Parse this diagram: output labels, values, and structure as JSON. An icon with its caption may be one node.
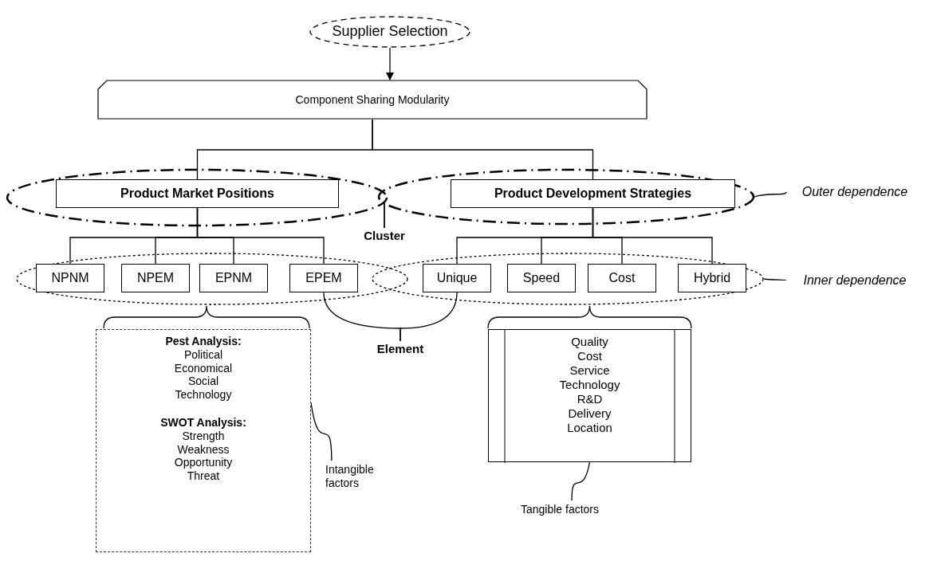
{
  "diagram": {
    "nodes": [
      {
        "text": [
          "Supplier Selection"
        ]
      },
      {
        "text": [
          "Component Sharing Modularity"
        ]
      },
      {
        "text": [],
        "shape": "ellipse"
      },
      {
        "text": [
          "Product Market Positions"
        ],
        "in": 2
      },
      {
        "text": [],
        "shape": "ellipse"
      },
      {
        "text": [
          "Product Development Strategies"
        ],
        "in": 4
      },
      {
        "text": [
          "Outer dependence"
        ]
      },
      {
        "text": [
          "Cluster"
        ]
      },
      {
        "text": [],
        "shape": "ellipse"
      },
      {
        "text": [
          "NPNM"
        ],
        "in": 8
      },
      {
        "text": [
          "NPEM"
        ],
        "in": 8
      },
      {
        "text": [
          "EPNM"
        ],
        "in": 8
      },
      {
        "text": [
          "EPEM"
        ],
        "in": 8
      },
      {
        "text": [],
        "shape": "ellipse"
      },
      {
        "text": [
          "Unique"
        ],
        "in": 13
      },
      {
        "text": [
          "Speed"
        ],
        "in": 13
      },
      {
        "text": [
          "Cost"
        ],
        "in": 13
      },
      {
        "text": [
          "Hybrid"
        ],
        "in": 13
      },
      {
        "text": [
          "Inner dependence"
        ]
      },
      {
        "text": [
          "Element"
        ]
      },
      {
        "text": [
          "Pest Analysis:",
          "Political",
          "Economical",
          "Social",
          "Technology",
          "SWOT Analysis:",
          "Strength",
          "Weakness",
          "Opportunity",
          "Threat"
        ]
      },
      {
        "text": [
          "Quality",
          "Cost",
          "Service",
          "Technology",
          "R&D",
          "Delivery",
          "Location"
        ]
      },
      {
        "text": [
          "Intangible factors"
        ]
      },
      {
        "text": [
          "Tangible factors"
        ]
      }
    ],
    "edges": [
      {
        "from": 0,
        "to": 1,
        "arrow": "to"
      },
      {
        "from": 1,
        "to": 3,
        "arrow": "none"
      },
      {
        "from": 1,
        "to": 5,
        "arrow": "none"
      },
      {
        "from": 3,
        "to": 9,
        "arrow": "none"
      },
      {
        "from": 3,
        "to": 10,
        "arrow": "none"
      },
      {
        "from": 3,
        "to": 11,
        "arrow": "none"
      },
      {
        "from": 3,
        "to": 12,
        "arrow": "none"
      },
      {
        "from": 5,
        "to": 14,
        "arrow": "none"
      },
      {
        "from": 5,
        "to": 15,
        "arrow": "none"
      },
      {
        "from": 5,
        "to": 16,
        "arrow": "none"
      },
      {
        "from": 5,
        "to": 17,
        "arrow": "none"
      },
      {
        "from": 6,
        "to": 4,
        "arrow": "none"
      },
      {
        "from": 7,
        "to": 2,
        "arrow": "none"
      },
      {
        "from": 7,
        "to": 4,
        "arrow": "none"
      },
      {
        "from": 18,
        "to": 13,
        "arrow": "none"
      },
      {
        "from": 19,
        "to": 12,
        "arrow": "none"
      },
      {
        "from": 19,
        "to": 14,
        "arrow": "none"
      },
      {
        "from": 22,
        "to": 20,
        "arrow": "none"
      },
      {
        "from": 23,
        "to": 21,
        "arrow": "none"
      }
    ]
  }
}
